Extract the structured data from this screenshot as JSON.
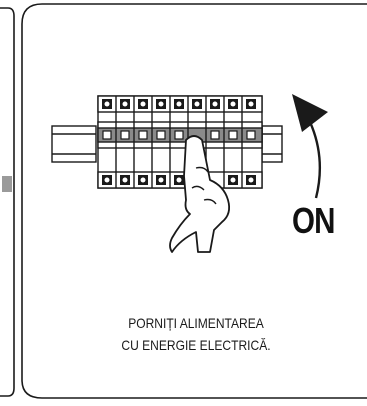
{
  "illustration": {
    "action_label": "ON",
    "caption_line1": "PORNIȚI ALIMENTAREA",
    "caption_line2": "CU ENERGIE ELECTRICĂ."
  },
  "icons": {
    "breaker": "circuit-breaker-panel",
    "hand": "pointing-hand-icon",
    "arrow": "curved-arrow-up-icon"
  },
  "colors": {
    "ink": "#1a1a1a",
    "panel_shade": "#8a8a8a",
    "left_marker": "#9a9a9a"
  }
}
